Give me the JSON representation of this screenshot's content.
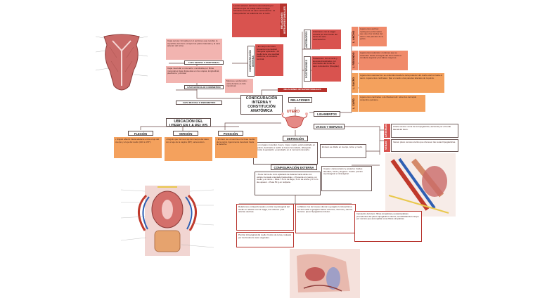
{
  "center": {
    "title": "CONFIGURACIÓN INTERNA Y CONSTITUCIÓN ANATÓMICA",
    "uterus_label": "UTERO",
    "relaciones": "RELACIONES",
    "ligamentos": "LIGAMENTOS",
    "vasos": "VASOS Y NERVIOS",
    "definicion": "DEFINICIÓN",
    "config_externa": "CONFIGURACIÓN EXTERNA",
    "ubicacion": "UBICACIÓN DEL UTERO EN LA PELVIS",
    "flexion": "FLEXIÓN",
    "version": "VERSIÓN",
    "posicion": "POSICIÓN",
    "top_banner": "RELACIONES INTRAPERITONEALES"
  },
  "left_labels": {
    "constitucion_1": "CONSTITUCIÓN ANATÓMICA",
    "capa1": "CAPA SEROSA O PERITONEAL",
    "capa2": "CAPA MUSCULAR O MIOMETRIO",
    "capa3": "CAPA MUCOSA O ENDOMETRIO",
    "config_interna": "CONFIGURACIÓN INTERNA"
  },
  "right_labels": {
    "anterior": "ANTERIORES",
    "posterior": "POSTERIORES",
    "lateral": "LATERALES",
    "arterias": "ARTERIAS",
    "venas": "VENAS",
    "linfaticos": "LINFÁTICOS",
    "nervios": "NERVIOS"
  },
  "texts": {
    "definicion_body": "Es un órgano muscular, hueco, impar, medio; está localizado en la pelvis, destinado a recibir al huevo fecundado, albergarlo durante la gestación y expulsarlo en el momento del parto.",
    "config_ext_body": "• Tiene forma de cono aplanado de delante hacia atrás con vértice truncado orientado hacia abajo. • Presenta un cuerpo, un cuello y un istmo. • Mide 7.5 cm de largo, 5 cm de ancho y 2.5 cm de espesor. • Pesa 50 g en nulípara.",
    "flexion_body": "• Ángulo abierto hacia adelante entre el eje del cuerpo y el eje del cuello (120 a 170°).",
    "version_body": "• Ángulo que forma el eje del cuerpo del útero con el eje de la vagina (90°); anteversión.",
    "posicion_body": "• El útero se encuentra en la línea media de la pelvis, ligeramente desviado hacia la derecha."
  },
  "colors": {
    "red": "#d9534f",
    "dark_red": "#b7322c",
    "pink": "#f2b4b0",
    "salmon": "#f08a6a",
    "orange": "#f4a15d",
    "tissue": "#c96a68"
  }
}
